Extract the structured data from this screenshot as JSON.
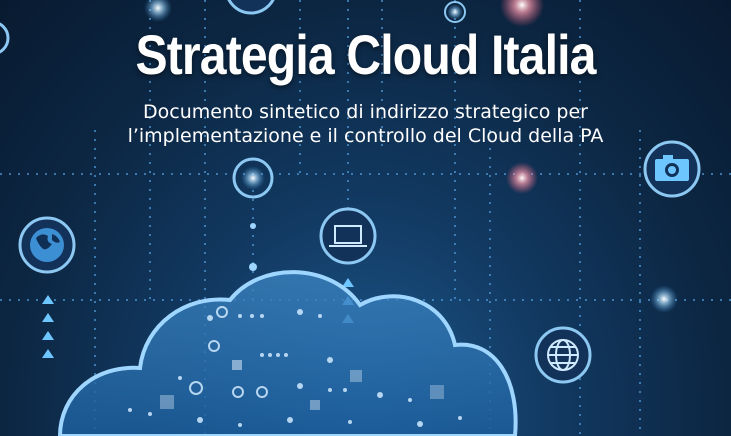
{
  "cover": {
    "title": "Strategia Cloud Italia",
    "subtitle_lines": [
      "Documento sintetico di indirizzo strategico per",
      "l’implementazione e il controllo del Cloud della PA"
    ]
  },
  "icons": [
    "globe-icon",
    "laptop-icon",
    "camera-icon",
    "world-grid-icon",
    "cloud-icon"
  ],
  "colors": {
    "background": "#0d2540",
    "accent": "#6ec6ff",
    "text": "#ffffff"
  }
}
